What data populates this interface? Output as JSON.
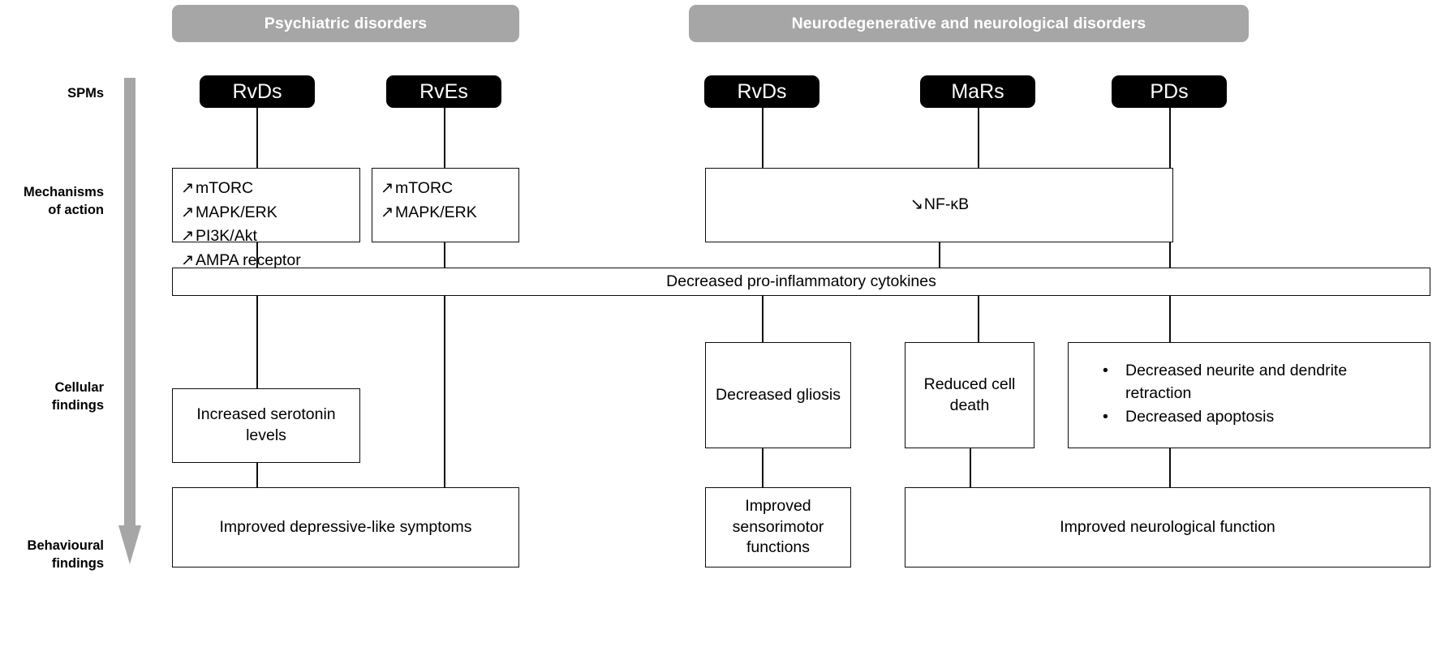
{
  "headers": [
    {
      "label": "Psychiatric disorders"
    },
    {
      "label": "Neurodegenerative and neurological disorders"
    }
  ],
  "row_labels": [
    {
      "label": "SPMs"
    },
    {
      "label": "Mechanisms\nof action"
    },
    {
      "label": "Cellular\nfindings"
    },
    {
      "label": "Behavioural\nfindings"
    }
  ],
  "row_labels_flat": {
    "spms": "SPMs",
    "mechanisms_line1": "Mechanisms",
    "mechanisms_line2": "of action",
    "cellular_line1": "Cellular",
    "cellular_line2": "findings",
    "behavioural_line1": "Behavioural",
    "behavioural_line2": "findings"
  },
  "spms": [
    {
      "label": "RvDs",
      "group": "psychiatric"
    },
    {
      "label": "RvEs",
      "group": "psychiatric"
    },
    {
      "label": "RvDs",
      "group": "neuro"
    },
    {
      "label": "MaRs",
      "group": "neuro"
    },
    {
      "label": "PDs",
      "group": "neuro"
    }
  ],
  "mechanisms": {
    "rvds_psychiatric": [
      {
        "arrow": "↗",
        "text": "mTORC"
      },
      {
        "arrow": "↗",
        "text": "MAPK/ERK"
      },
      {
        "arrow": "↗",
        "text": "PI3K/Akt"
      },
      {
        "arrow": "↗",
        "text": "AMPA receptor"
      }
    ],
    "rves_psychiatric": [
      {
        "arrow": "↗",
        "text": "mTORC"
      },
      {
        "arrow": "↗",
        "text": "MAPK/ERK"
      }
    ],
    "neuro_shared": {
      "arrow": "↘",
      "text": "NF-κB"
    }
  },
  "shared_band": {
    "label": "Decreased pro-inflammatory cytokines"
  },
  "cellular_findings": [
    {
      "label": "Increased serotonin levels"
    },
    {
      "label": "Decreased gliosis"
    },
    {
      "label": "Reduced cell death"
    }
  ],
  "cellular_bullets": [
    {
      "bullet": "•",
      "text": "Decreased neurite and dendrite retraction"
    },
    {
      "bullet": "•",
      "text": "Decreased apoptosis"
    }
  ],
  "behavioural_findings": [
    {
      "label": "Improved depressive-like symptoms"
    },
    {
      "label": "Improved sensorimotor functions"
    },
    {
      "label": "Improved neurological function"
    }
  ],
  "icons": {
    "flow_arrow": "down-arrow-icon"
  },
  "colors": {
    "header_grey": "#a6a6a6",
    "pill_black": "#000000",
    "line_black": "#0d0d0d",
    "arrow_grey": "#a6a6a6",
    "background": "#ffffff"
  }
}
